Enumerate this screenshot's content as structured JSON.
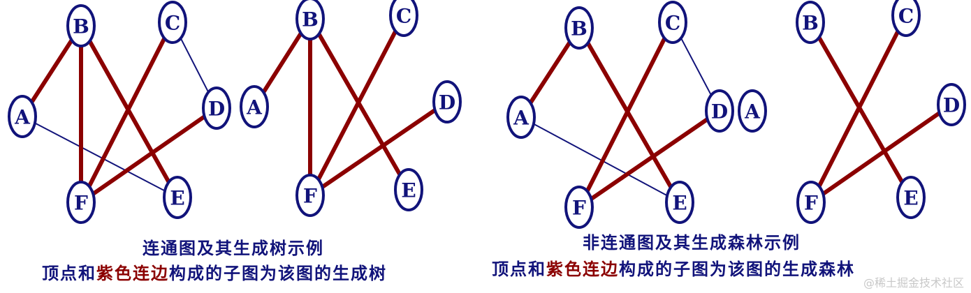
{
  "graphs": [
    {
      "id": "connected-graph",
      "nodes": [
        "A",
        "B",
        "C",
        "D",
        "E",
        "F"
      ],
      "edges": [
        {
          "from": "A",
          "to": "B",
          "kind": "tree"
        },
        {
          "from": "B",
          "to": "F",
          "kind": "tree"
        },
        {
          "from": "B",
          "to": "E",
          "kind": "tree"
        },
        {
          "from": "C",
          "to": "F",
          "kind": "tree"
        },
        {
          "from": "D",
          "to": "F",
          "kind": "tree"
        },
        {
          "from": "C",
          "to": "D",
          "kind": "plain"
        },
        {
          "from": "A",
          "to": "E",
          "kind": "plain"
        }
      ]
    },
    {
      "id": "spanning-tree",
      "nodes": [
        "A",
        "B",
        "C",
        "D",
        "E",
        "F"
      ],
      "edges": [
        {
          "from": "A",
          "to": "B",
          "kind": "tree"
        },
        {
          "from": "B",
          "to": "F",
          "kind": "tree"
        },
        {
          "from": "B",
          "to": "E",
          "kind": "tree"
        },
        {
          "from": "C",
          "to": "F",
          "kind": "tree"
        },
        {
          "from": "D",
          "to": "F",
          "kind": "tree"
        }
      ]
    },
    {
      "id": "disconnected-graph",
      "nodes": [
        "A",
        "B",
        "C",
        "D",
        "E",
        "F"
      ],
      "edges": [
        {
          "from": "A",
          "to": "B",
          "kind": "tree"
        },
        {
          "from": "B",
          "to": "E",
          "kind": "tree"
        },
        {
          "from": "C",
          "to": "F",
          "kind": "tree"
        },
        {
          "from": "D",
          "to": "F",
          "kind": "tree"
        },
        {
          "from": "C",
          "to": "D",
          "kind": "plain"
        },
        {
          "from": "A",
          "to": "E",
          "kind": "plain"
        }
      ]
    },
    {
      "id": "spanning-forest",
      "nodes": [
        "A",
        "B",
        "C",
        "D",
        "E",
        "F"
      ],
      "edges": [
        {
          "from": "B",
          "to": "E",
          "kind": "tree"
        },
        {
          "from": "C",
          "to": "F",
          "kind": "tree"
        },
        {
          "from": "D",
          "to": "F",
          "kind": "tree"
        }
      ]
    }
  ],
  "captions": {
    "left": {
      "title": "连通图及其生成树示例",
      "desc_before": "顶点和",
      "desc_highlight": "紫色连边",
      "desc_after": "构成的子图为该图的生成树"
    },
    "right": {
      "title": "非连通图及其生成森林示例",
      "desc_before": "顶点和",
      "desc_highlight": "紫色连边",
      "desc_after": "构成的子图为该图的生成森林"
    }
  },
  "watermark": "@稀土掘金技术社区",
  "colors": {
    "node": "#11137a",
    "tree_edge": "#8b0000",
    "plain_edge": "#11137a"
  }
}
